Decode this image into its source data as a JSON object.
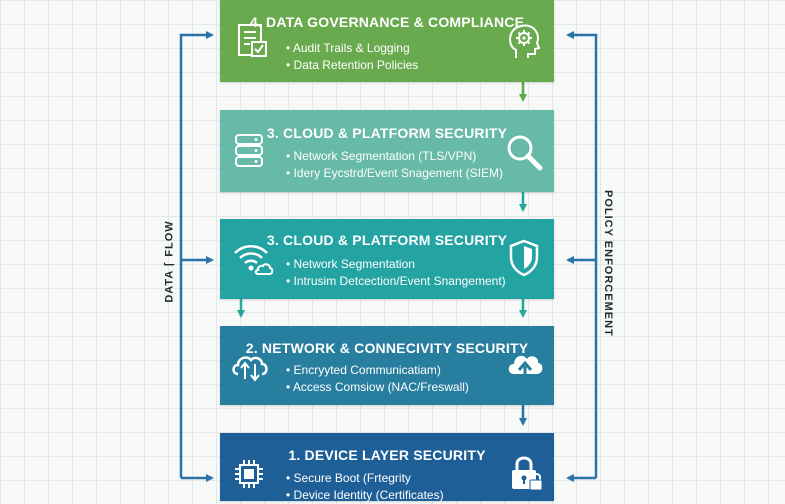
{
  "colors": {
    "layer4": "#6aaa4e",
    "layer3a": "#67b9a8",
    "layer3b": "#23a3a2",
    "layer2": "#287e9f",
    "layer1": "#1f5f98",
    "flow_blue": "#2a73a6",
    "flow_teal": "#27a79c",
    "flow_green": "#5ea84a"
  },
  "side_labels": {
    "left": "DATA ⌈ FLOW",
    "right": "POLICY ENFORCEMENT"
  },
  "layers": [
    {
      "title": "4. DATA GOVERNANCE & COMPLIANCE",
      "items": [
        "Audit Trails & Logging",
        "Data Retention Policies"
      ],
      "icon_left": "checklist-document-icon",
      "icon_right": "head-gear-icon"
    },
    {
      "title": "3. CLOUD & PLATFORM SECURITY",
      "items": [
        "Network Segmentation (TLS/VPN)",
        "Idery Eycstrd/Event Snagement (SIEM)"
      ],
      "icon_left": "database-icon",
      "icon_right": "magnifier-icon"
    },
    {
      "title": "3. CLOUD & PLATFORM SECURITY",
      "items": [
        "Network Segmentation",
        "Intrusim Detcection/Event Snangement)"
      ],
      "icon_left": "wifi-cloud-icon",
      "icon_right": "shield-icon"
    },
    {
      "title": "2. NETWORK & CONNECIVITY SECURITY",
      "items": [
        "Encryyted Communicatiam)",
        "Access Comsiow (NAC/Freswall)"
      ],
      "icon_left": "cloud-sync-icon",
      "icon_right": "cloud-upload-icon"
    },
    {
      "title": "1. DEVICE LAYER SECURITY",
      "items": [
        "Secure Boot (Frtegrity",
        "Device Identity (Certificates)"
      ],
      "icon_left": "chip-icon",
      "icon_right": "padlock-icon"
    }
  ]
}
